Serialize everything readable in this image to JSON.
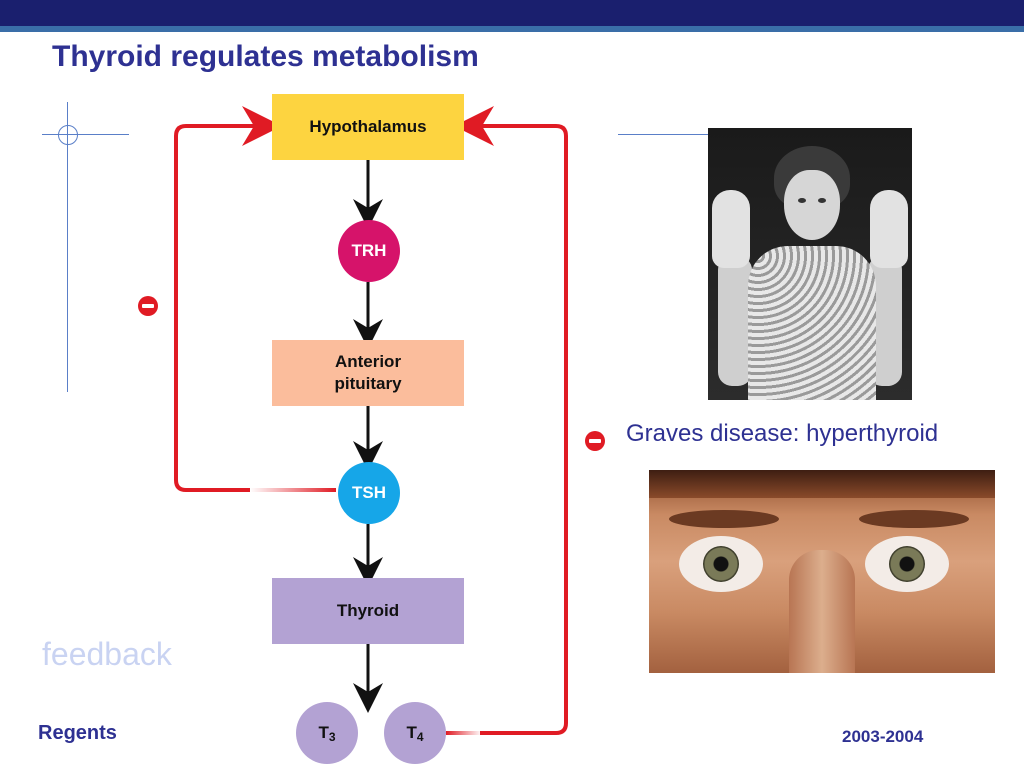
{
  "slide": {
    "title": "Thyroid regulates metabolism",
    "footer_left": "Regents",
    "footer_right": "2003-2004",
    "watermark": "feedback"
  },
  "diagram": {
    "nodes": {
      "hypothalamus": "Hypothalamus",
      "trh": "TRH",
      "anterior_pituitary_line1": "Anterior",
      "anterior_pituitary_line2": "pituitary",
      "tsh": "TSH",
      "thyroid": "Thyroid",
      "t3_letter": "T",
      "t3_sub": "3",
      "t4_letter": "T",
      "t4_sub": "4"
    },
    "feedback_symbol": "minus",
    "colors": {
      "hypothalamus": "#fdd440",
      "trh": "#d6136a",
      "pituitary": "#fbbd9c",
      "tsh": "#16a6e8",
      "thyroid": "#b3a2d3",
      "feedback_arrow": "#e01b24"
    }
  },
  "photos": {
    "caption": "Graves disease: hyperthyroid"
  },
  "colors": {
    "title": "#2e3192",
    "topbar": "#1a1f6e"
  }
}
